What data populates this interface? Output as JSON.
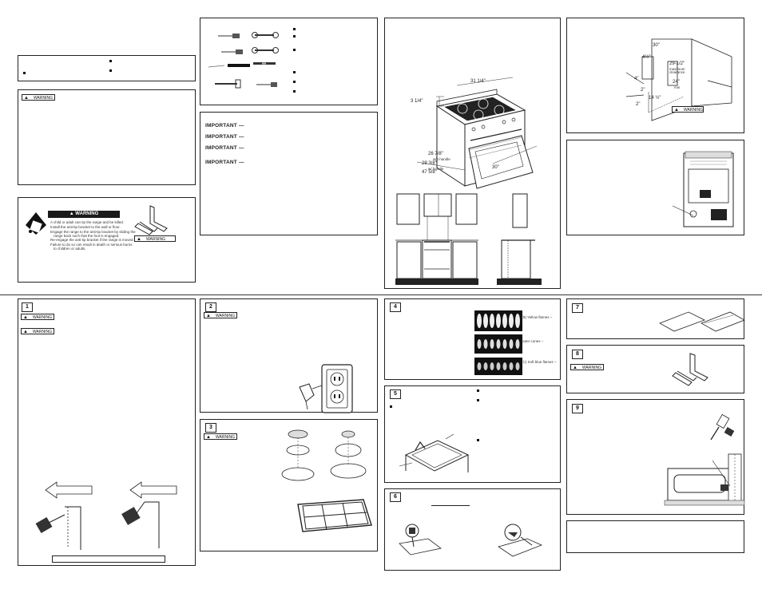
{
  "warning_label": "WARNING",
  "important_label": "IMPORTANT —",
  "tipover_panel": {
    "banner": "WARNING",
    "lines": [
      "A child or adult can tip the range and be killed.",
      "Install the anti-tip bracket to the wall or floor.",
      "Engage the range to the anti-tip bracket by sliding the",
      "range back such that the foot is engaged.",
      "Re-engage the anti-tip bracket if the range is moved.",
      "Failure to do so can result in death or serious burns",
      "to children or adults."
    ]
  },
  "dimensions": {
    "height_top": "3 1/4\"",
    "width_top": "31 1/4\"",
    "depth_a": "26 7/8\"",
    "depth_a_note": "w/o handle",
    "depth_b": "29 3/8\"",
    "depth_b_note": "w/ handle",
    "depth_c": "47 5/8\"",
    "width_front": "30\""
  },
  "cabinet_dims": {
    "d1": "30\"",
    "d2": "4½\"",
    "d3": "29-1/2\"",
    "d3_note": "maximum",
    "d3_note2": "clearance",
    "d4": "24\"",
    "d4_note": "min",
    "d5": "2\"",
    "d6": "14 ½\"",
    "d7": "2\"",
    "d8": "4\""
  },
  "flame_labels": {
    "yellow": "(B) Yellow flames –",
    "outer": "outer cones –",
    "blue": "(C) Soft blue flames –"
  },
  "step_numbers": [
    "1",
    "2",
    "3",
    "4",
    "5",
    "6",
    "7",
    "8",
    "9"
  ]
}
